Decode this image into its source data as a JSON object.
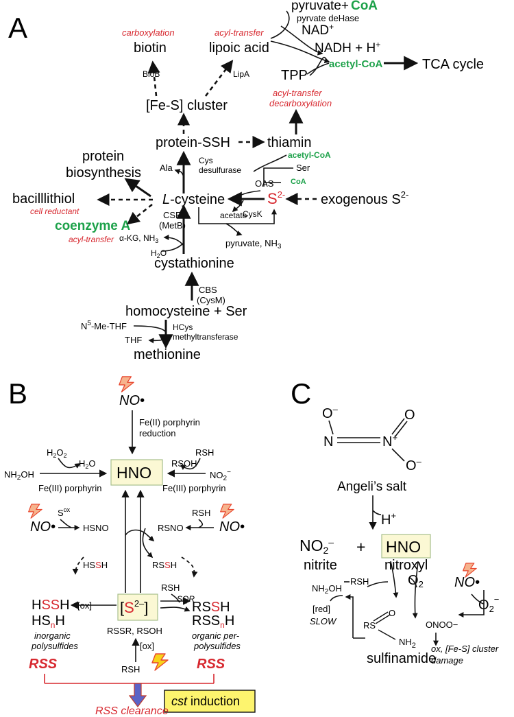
{
  "panel_labels": {
    "a": "A",
    "b": "B",
    "c": "C"
  },
  "a": {
    "pyruvate_coa_1": "pyruvate+",
    "pyruvate_coa_2": "CoA",
    "pyruvate_dehase": "pyrvate deHase",
    "nad": "NAD",
    "nad_sup": "+",
    "nadh": "NADH + H",
    "nadh_sup": "+",
    "acetyl_coa_top": "acetyl-CoA",
    "tca": "TCA cycle",
    "tpp": "TPP",
    "carboxylation": "carboxylation",
    "biotin": "biotin",
    "acyl_transfer_1": "acyl-transfer",
    "lipoic_acid": "lipoic acid",
    "biob": "BioB",
    "lipa": "LipA",
    "fes_cluster": "[Fe-S] cluster",
    "acyl_transfer_2": "acyl-transfer",
    "decarboxylation": "decarboxylation",
    "protein_ssh": "protein-SSH",
    "thiamin": "thiamin",
    "acetyl_coa_mid": "acetyl-CoA",
    "ser": "Ser",
    "oas": "OAS",
    "coa": "CoA",
    "protein_biosynthesis_1": "protein",
    "protein_biosynthesis_2": "biosynthesis",
    "ala": "Ala",
    "cys_desulfurase_1": "Cys",
    "cys_desulfurase_2": "desulfurase",
    "bacillithiol": "bacilllithiol",
    "cell_reductant": "cell reductant",
    "l_prefix": "L",
    "cysteine": "-cysteine",
    "s2": "S",
    "s2_sup": "2-",
    "exogenous": "exogenous S",
    "exogenous_sup": "2-",
    "cysk": "CysK",
    "acetate": "acetate",
    "coenzyme_a": "coenzyme A",
    "acyl_transfer_3": "acyl-transfer",
    "cse": "CSE",
    "metb": "(MetB)",
    "akg": "α-KG, NH",
    "akg_sub": "3",
    "h2o": "H",
    "h2o_sub": "2",
    "h2o_end": "O",
    "pyruvate_nh3": "pyruvate, NH",
    "pyruvate_nh3_sub": "3",
    "cystathionine": "cystathionine",
    "cbs": "CBS",
    "cysm": "(CysM)",
    "homocysteine": "homocysteine + Ser",
    "n5": "N",
    "n5_sup": "5",
    "n5_end": "-Me-THF",
    "hcys_1": "HCys",
    "hcys_2": "methyltransferase",
    "thf": "THF",
    "methionine": "methionine"
  },
  "b": {
    "no_top": "NO•",
    "fe2_1": "Fe(II) porphyrin",
    "fe2_2": "reduction",
    "h2o2_a": "H",
    "h2o2_sub": "2",
    "h2o2_b": "O",
    "h2o2_sub2": "2",
    "h2o_a": "H",
    "h2o_sub": "2",
    "h2o_b": "O",
    "rsoh": "RSOH",
    "rsh_top": "RSH",
    "nh2oh": "NH",
    "nh2oh_sub": "2",
    "nh2oh_end": "OH",
    "hno": "HNO",
    "no2": "NO",
    "no2_sub": "2",
    "no2_sup": "−",
    "fe3_left": "Fe(III) porphyrin",
    "fe3_right": "Fe(III) porphyrin",
    "sox": "S",
    "sox_sup": "ox",
    "rsh_mid": "RSH",
    "no_left": "NO•",
    "hsno": "HSNO",
    "rsno": "RSNO",
    "no_right": "NO•",
    "hssh_h": "HS",
    "hssh_s": "S",
    "hssh_end": "H",
    "rssh_rs": "RS",
    "rssh_s": "S",
    "rssh_end": "H",
    "rsh_sqr": "RSH",
    "sqr": "SQR",
    "hssh_inorg_h": "H",
    "hssh_inorg_ss": "SS",
    "hssh_inorg_end": "H",
    "ox1": "[ox]",
    "s2_bracket_open": "[",
    "s2_center": "S",
    "s2_center_sup": "2–",
    "s2_bracket_close": "]",
    "rssh2_rs": "RS",
    "rssh2_s": "S",
    "rssh2_end": "H",
    "hsnh_h": "HS",
    "hsnh_n": "n",
    "hsnh_end": "H",
    "rssnh_rs": "RSS",
    "rssnh_n": "n",
    "rssnh_end": "H",
    "rssr": "RSSR, RSOH",
    "inorg_1": "inorganic",
    "inorg_2": "polysulfides",
    "org_1": "organic per-",
    "org_2": "polysulfides",
    "ox2": "[ox]",
    "rss_left": "RSS",
    "rss_right": "RSS",
    "rsh_bottom": "RSH",
    "cst_a": "cst",
    "cst_b": " induction",
    "rss_clearance": "RSS clearance"
  },
  "c": {
    "o_minus_top": "O",
    "o_minus_top_sup": "–",
    "n1": "N",
    "n2": "N",
    "n2_sup": "+",
    "o_dbl": "O",
    "o_minus_bot": "O",
    "o_minus_bot_sup": "–",
    "angelis": "Angeli’s salt",
    "hplus": "H",
    "hplus_sup": "+",
    "no2": "NO",
    "no2_sub": "2",
    "no2_sup": "–",
    "plus": "+",
    "hno": "HNO",
    "nitrite": "nitrite",
    "nitroxyl": "nitroxyl",
    "nh2oh": "NH",
    "nh2oh_sub": "2",
    "nh2oh_end": "OH",
    "rsh": "RSH",
    "red": "[red]",
    "slow": "SLOW",
    "o_sulf": "O",
    "rs": "RS",
    "nh2": "NH",
    "nh2_sub": "2",
    "sulfinamide": "sulfinamide",
    "o2": "O",
    "o2_sub": "2",
    "no": "NO•",
    "o2rad": "O",
    "o2rad_sub": "2",
    "o2rad_sup": "−",
    "onoo": "ONOO−",
    "ox_damage_1": "ox, [Fe-S] cluster",
    "ox_damage_2": "damage"
  }
}
